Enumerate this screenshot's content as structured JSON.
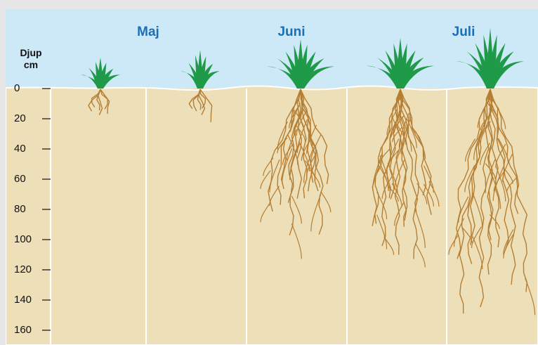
{
  "months": [
    "Maj",
    "Juni",
    "Juli"
  ],
  "axis": {
    "title_line1": "Djup",
    "title_line2": "cm",
    "ticks": [
      "0",
      "20",
      "40",
      "60",
      "80",
      "100",
      "120",
      "140",
      "160"
    ]
  },
  "stages": [
    {
      "root_depth_cm": 18,
      "shoot_size": "small"
    },
    {
      "root_depth_cm": 22,
      "shoot_size": "small"
    },
    {
      "root_depth_cm": 108,
      "shoot_size": "large"
    },
    {
      "root_depth_cm": 115,
      "shoot_size": "large"
    },
    {
      "root_depth_cm": 150,
      "shoot_size": "large"
    }
  ],
  "colors": {
    "sky": "#cde9f7",
    "soil": "#eddfb8",
    "root": "#b57e33",
    "leaf": "#1f9a48",
    "month_text": "#1a6fb5",
    "divider": "#ffffff"
  }
}
